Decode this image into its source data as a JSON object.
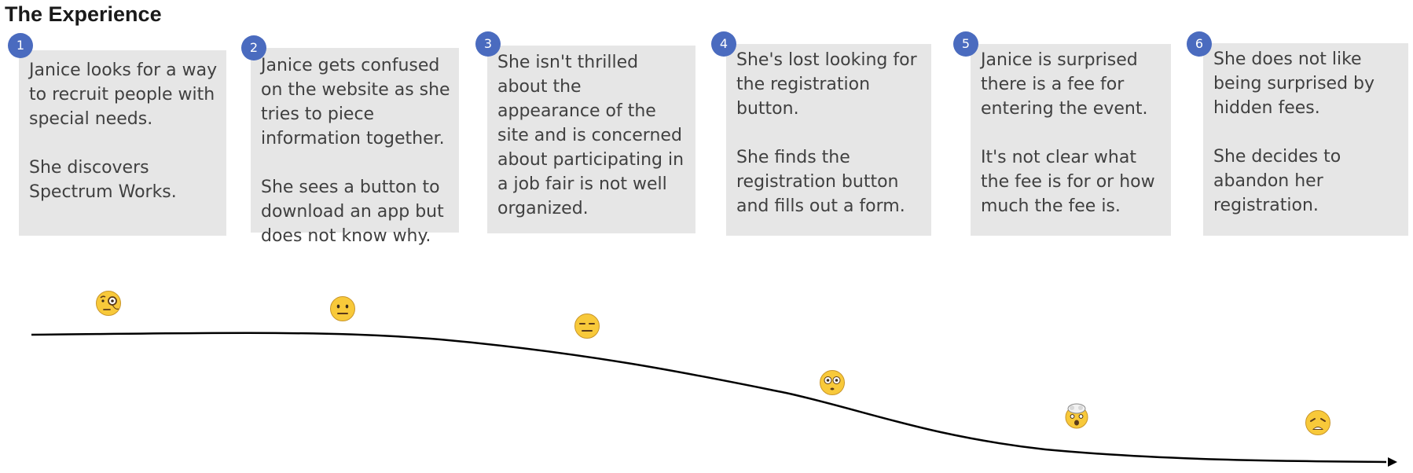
{
  "title": "The Experience",
  "steps": [
    {
      "number": "1",
      "paragraphs": [
        "Janice looks for a way to recruit people with special needs.",
        "She discovers Spectrum Works."
      ],
      "emotion": "face-with-monocle"
    },
    {
      "number": "2",
      "paragraphs": [
        "Janice gets confused on the website as she tries to piece information together.",
        "She sees a button to download an app but does not know why."
      ],
      "emotion": "neutral-face"
    },
    {
      "number": "3",
      "paragraphs": [
        "She isn't thrilled about the appearance of the site and is concerned about participating in a job fair is not well organized."
      ],
      "emotion": "expressionless-face"
    },
    {
      "number": "4",
      "paragraphs": [
        "She's lost looking for the registration button.",
        "She finds the registration button and fills out a form."
      ],
      "emotion": "flushed-face"
    },
    {
      "number": "5",
      "paragraphs": [
        "Janice is surprised there is a fee for entering the event.",
        "It's not clear what the fee is for or how much the fee is."
      ],
      "emotion": "exploding-head"
    },
    {
      "number": "6",
      "paragraphs": [
        "She does not like being surprised by hidden fees.",
        "She decides to abandon her registration."
      ],
      "emotion": "weary-face"
    }
  ],
  "colors": {
    "badge": "#4a6bbf",
    "card": "#e6e6e6",
    "text": "#404040",
    "emoji": "#f8c93a",
    "line": "#000000"
  }
}
